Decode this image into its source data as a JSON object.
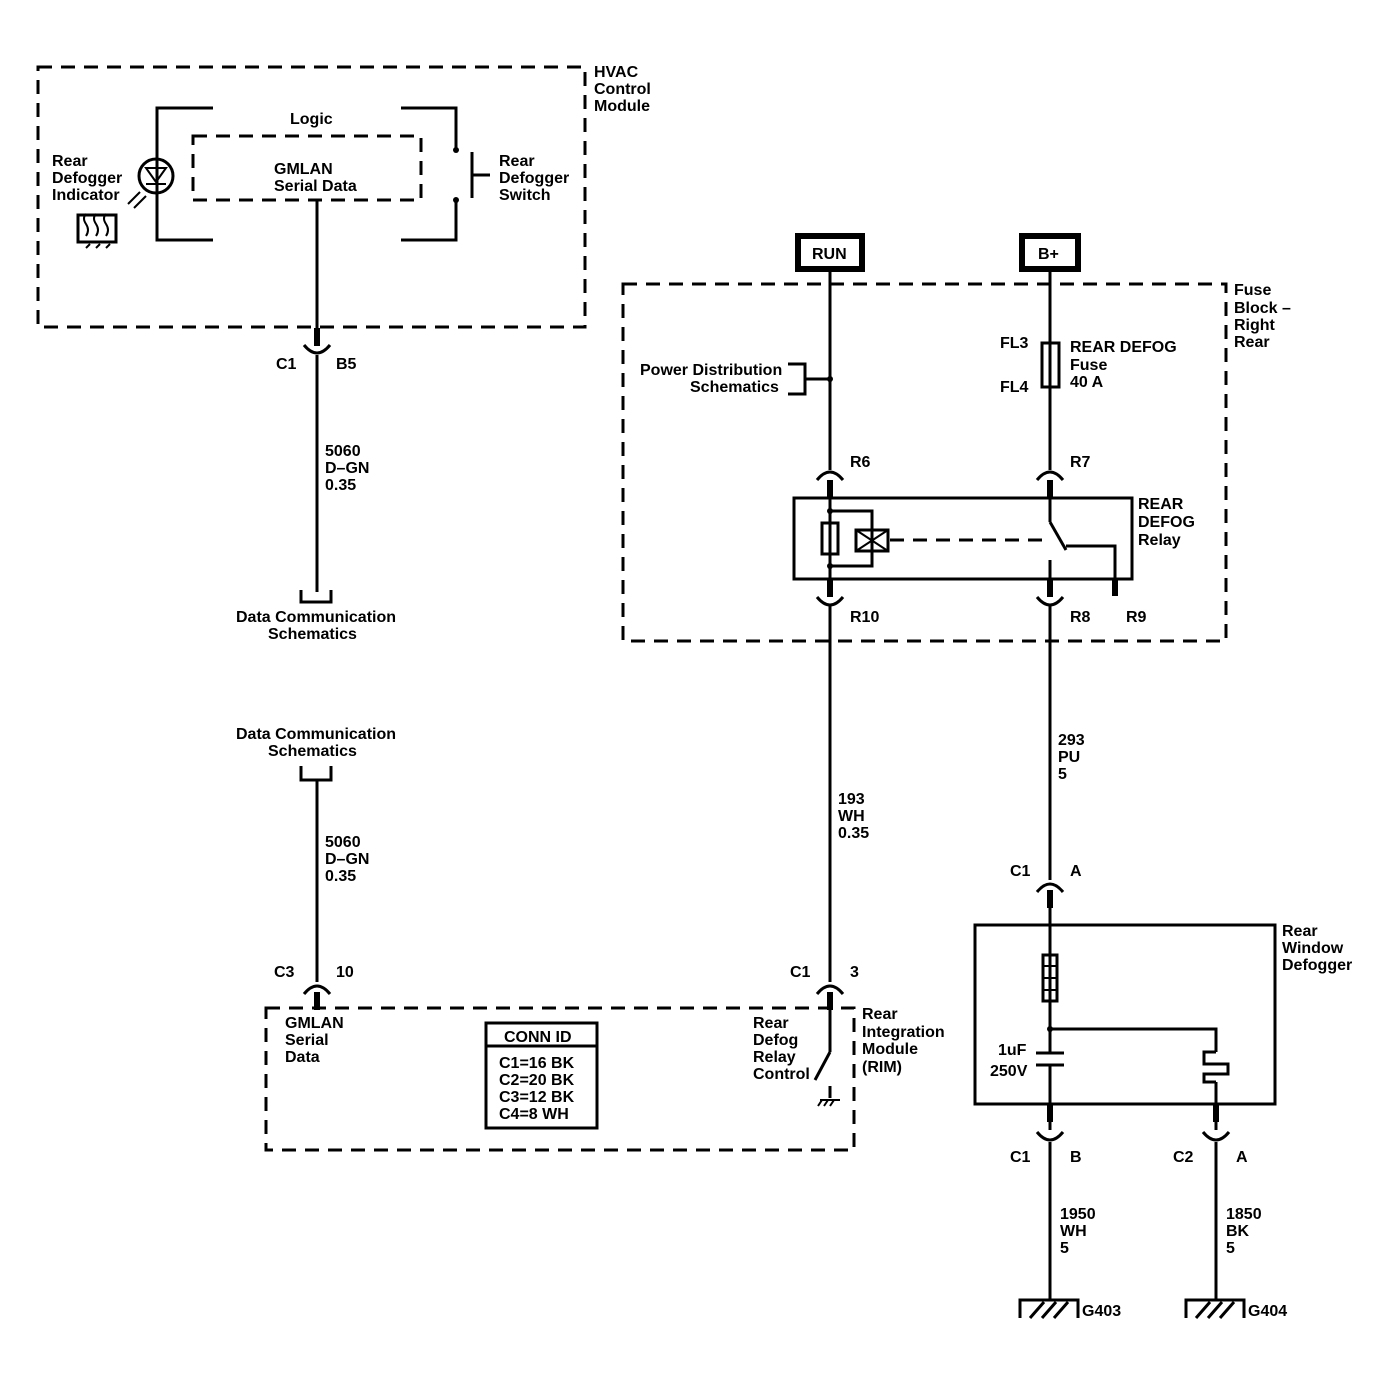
{
  "hvac": {
    "title": [
      "HVAC",
      "Control",
      "Module"
    ],
    "logic": "Logic",
    "serial": [
      "GMLAN",
      "Serial Data"
    ],
    "indicator": [
      "Rear",
      "Defogger",
      "Indicator"
    ],
    "switch": [
      "Rear",
      "Defogger",
      "Switch"
    ]
  },
  "hvac_conn": {
    "conn": "C1",
    "pin": "B5"
  },
  "wire_top": [
    "5060",
    "D–GN",
    "0.35"
  ],
  "dcs_top": [
    "Data Communication",
    "Schematics"
  ],
  "dcs_bottom": [
    "Data Communication",
    "Schematics"
  ],
  "wire_mid": [
    "5060",
    "D–GN",
    "0.35"
  ],
  "rim_c3": {
    "conn": "C3",
    "pin": "10"
  },
  "rim": {
    "title": [
      "Rear",
      "Integration",
      "Module",
      "(RIM)"
    ],
    "serial": [
      "GMLAN",
      "Serial",
      "Data"
    ],
    "relay_control": [
      "Rear",
      "Defog",
      "Relay",
      "Control"
    ],
    "conn_c1": "C1",
    "conn_pin": "3",
    "connid_title": "CONN ID",
    "connid_rows": [
      "C1=16 BK",
      "C2=20 BK",
      "C3=12 BK",
      "C4=8 WH"
    ]
  },
  "power": {
    "run": "RUN",
    "bplus": "B+"
  },
  "fuse_block": {
    "title": [
      "Fuse",
      "Block –",
      "Right",
      "Rear"
    ],
    "pds": [
      "Power Distribution",
      "Schematics"
    ],
    "fl3": "FL3",
    "fl4": "FL4",
    "fuse": [
      "REAR DEFOG",
      "Fuse",
      "40 A"
    ],
    "r6": "R6",
    "r7": "R7",
    "r8": "R8",
    "r9": "R9",
    "r10": "R10",
    "relay": [
      "REAR",
      "DEFOG",
      "Relay"
    ]
  },
  "wire_193": [
    "193",
    "WH",
    "0.35"
  ],
  "wire_293": [
    "293",
    "PU",
    "5"
  ],
  "defogger": {
    "title": [
      "Rear",
      "Window",
      "Defogger"
    ],
    "top_conn": "C1",
    "top_pin": "A",
    "cap": [
      "1uF",
      "250V"
    ],
    "bot_conn1": "C1",
    "bot_pin1": "B",
    "bot_conn2": "C2",
    "bot_pin2": "A"
  },
  "wire_1950": [
    "1950",
    "WH",
    "5"
  ],
  "wire_1850": [
    "1850",
    "BK",
    "5"
  ],
  "grounds": {
    "g1": "G403",
    "g2": "G404"
  }
}
